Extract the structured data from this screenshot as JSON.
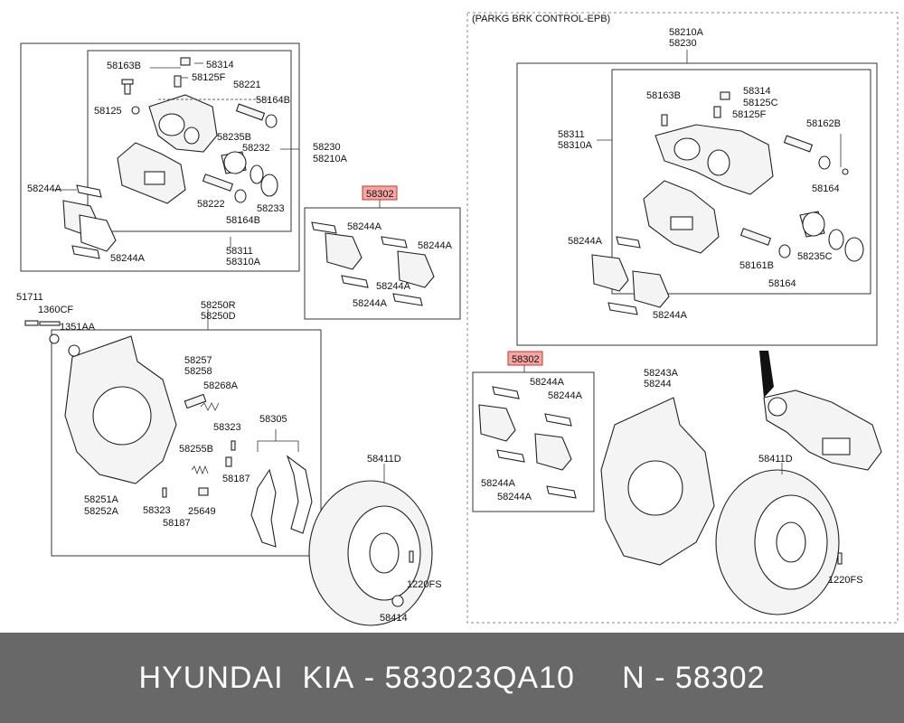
{
  "title": "(PARKG BRK CONTROL-EPB)",
  "footer": {
    "brand": "HYUNDAI  KIA",
    "sep1": " - ",
    "part_number": "583023QA10",
    "gap": "     ",
    "ref": "N",
    "sep2": " - ",
    "ref_number": "58302"
  },
  "labels": {
    "l58163B_a": "58163B",
    "l58314_a": "58314",
    "l58125F_a": "58125F",
    "l58221": "58221",
    "l58164B_a": "58164B",
    "l58125": "58125",
    "l58235B": "58235B",
    "l58232": "58232",
    "l58230_a": "58230",
    "l58210A_a": "58210A",
    "l58244A_1": "58244A",
    "l58222": "58222",
    "l58233": "58233",
    "l58164B_b": "58164B",
    "l58311_a": "58311",
    "l58310A_a": "58310A",
    "l58244A_2": "58244A",
    "l58302_a": "58302",
    "l58244A_3": "58244A",
    "l58244A_4": "58244A",
    "l58244A_5": "58244A",
    "l58244A_6": "58244A",
    "l51711": "51711",
    "l1360CF": "1360CF",
    "l1351AA": "1351AA",
    "l58250R": "58250R",
    "l58250D": "58250D",
    "l58257": "58257",
    "l58258": "58258",
    "l58268A": "58268A",
    "l58323_a": "58323",
    "l58305": "58305",
    "l58255B": "58255B",
    "l58187_a": "58187",
    "l58251A": "58251A",
    "l58252A": "58252A",
    "l58323_b": "58323",
    "l25649": "25649",
    "l58187_b": "58187",
    "l58411D_a": "58411D",
    "l1220FS_a": "1220FS",
    "l58414": "58414",
    "l58210A_b": "58210A",
    "l58230_b": "58230",
    "l58163B_b": "58163B",
    "l58314_b": "58314",
    "l58125C": "58125C",
    "l58125F_b": "58125F",
    "l58311_b": "58311",
    "l58310A_b": "58310A",
    "l58162B": "58162B",
    "l58164_a": "58164",
    "l58244A_7": "58244A",
    "l58161B": "58161B",
    "l58235C": "58235C",
    "l58164_b": "58164",
    "l58244A_8": "58244A",
    "l58302_b": "58302",
    "l58244A_9": "58244A",
    "l58244A_10": "58244A",
    "l58244A_11": "58244A",
    "l58244A_12": "58244A",
    "l58243A": "58243A",
    "l58244": "58244",
    "l58411D_b": "58411D",
    "l1220FS_b": "1220FS"
  }
}
